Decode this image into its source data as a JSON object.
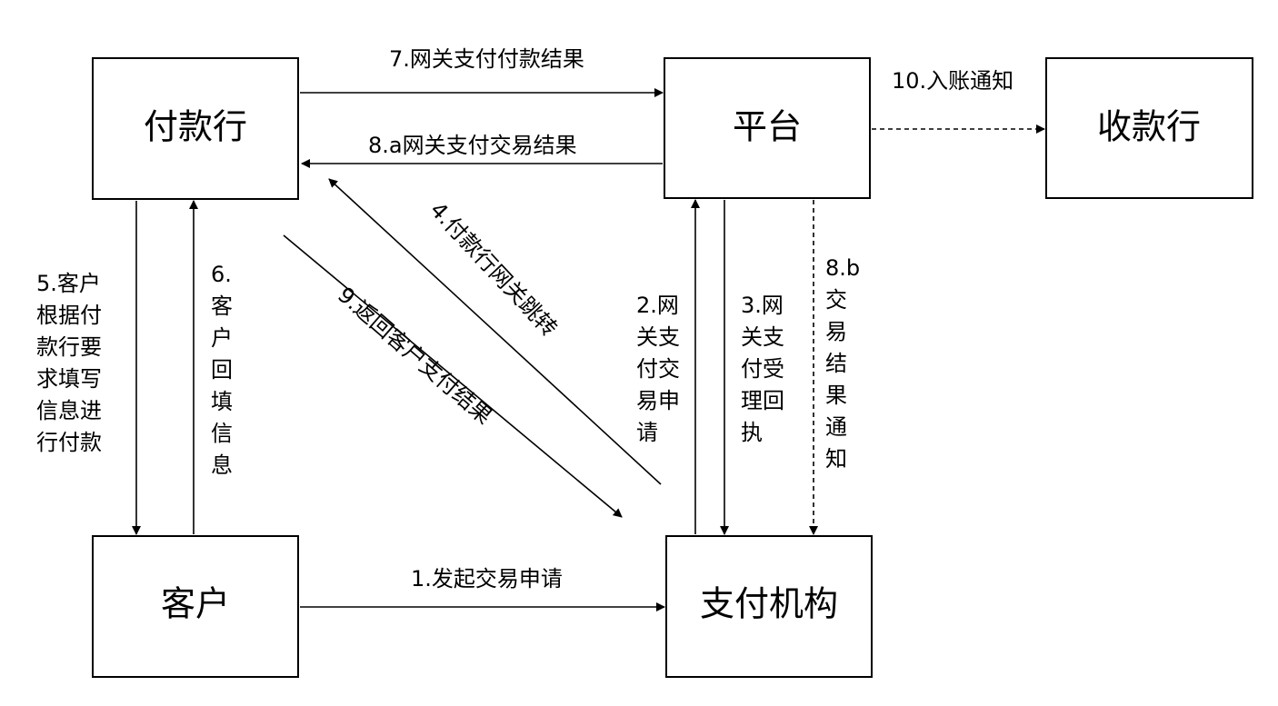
{
  "nodes": {
    "payer_bank": "付款行",
    "platform": "平台",
    "payee_bank": "收款行",
    "customer": "客户",
    "payment_institution": "支付机构"
  },
  "edges": {
    "e1": [
      "1.发起交易申请"
    ],
    "e2": [
      "2.网",
      "关支",
      "付交",
      "易申",
      "请"
    ],
    "e3": [
      "3.网",
      "关支",
      "付受",
      "理回",
      "执"
    ],
    "e4": "4.付款行网关跳转",
    "e5": [
      "5.客户",
      "根据付",
      "款行要",
      "求填写",
      "信息进",
      "行付款"
    ],
    "e6": [
      "6.",
      "客",
      "户",
      "回",
      "填",
      "信",
      "息"
    ],
    "e7": [
      "7.网关支付付款结果"
    ],
    "e8a": [
      "8.a网关支付交易结果"
    ],
    "e8b": [
      "8.b",
      "交",
      "易",
      "结",
      "果",
      "通",
      "知"
    ],
    "e9": "9.返回客户支付结果",
    "e10": [
      "10.入账通知"
    ]
  }
}
